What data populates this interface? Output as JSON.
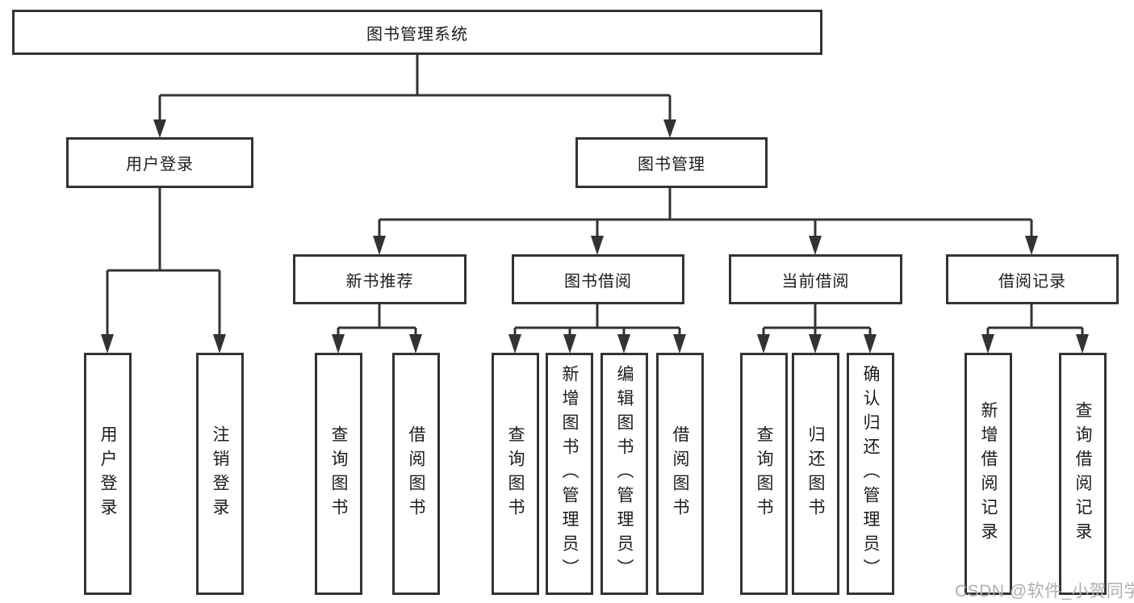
{
  "colors": {
    "line": "#333333",
    "box_border": "#333333",
    "text": "#1c1c1c",
    "background": "#ffffff",
    "watermark": "#b3adaf"
  },
  "tree": {
    "root": {
      "label": "图书管理系统"
    },
    "branches": [
      {
        "label": "用户登录",
        "children": [
          {
            "label": "用户登录"
          },
          {
            "label": "注销登录"
          }
        ]
      },
      {
        "label": "图书管理",
        "children": [
          {
            "label": "新书推荐",
            "children": [
              {
                "label": "查询图书"
              },
              {
                "label": "借阅图书"
              }
            ]
          },
          {
            "label": "图书借阅",
            "children": [
              {
                "label": "查询图书"
              },
              {
                "label": "新增图书（管理员）"
              },
              {
                "label": "编辑图书（管理员）"
              },
              {
                "label": "借阅图书"
              }
            ]
          },
          {
            "label": "当前借阅",
            "children": [
              {
                "label": "查询图书"
              },
              {
                "label": "归还图书"
              },
              {
                "label": "确认归还（管理员）"
              }
            ]
          },
          {
            "label": "借阅记录",
            "children": [
              {
                "label": "新增借阅记录"
              },
              {
                "label": "查询借阅记录"
              }
            ]
          }
        ]
      }
    ]
  },
  "watermark": {
    "text": "CSDN @软件_小贺同学"
  }
}
